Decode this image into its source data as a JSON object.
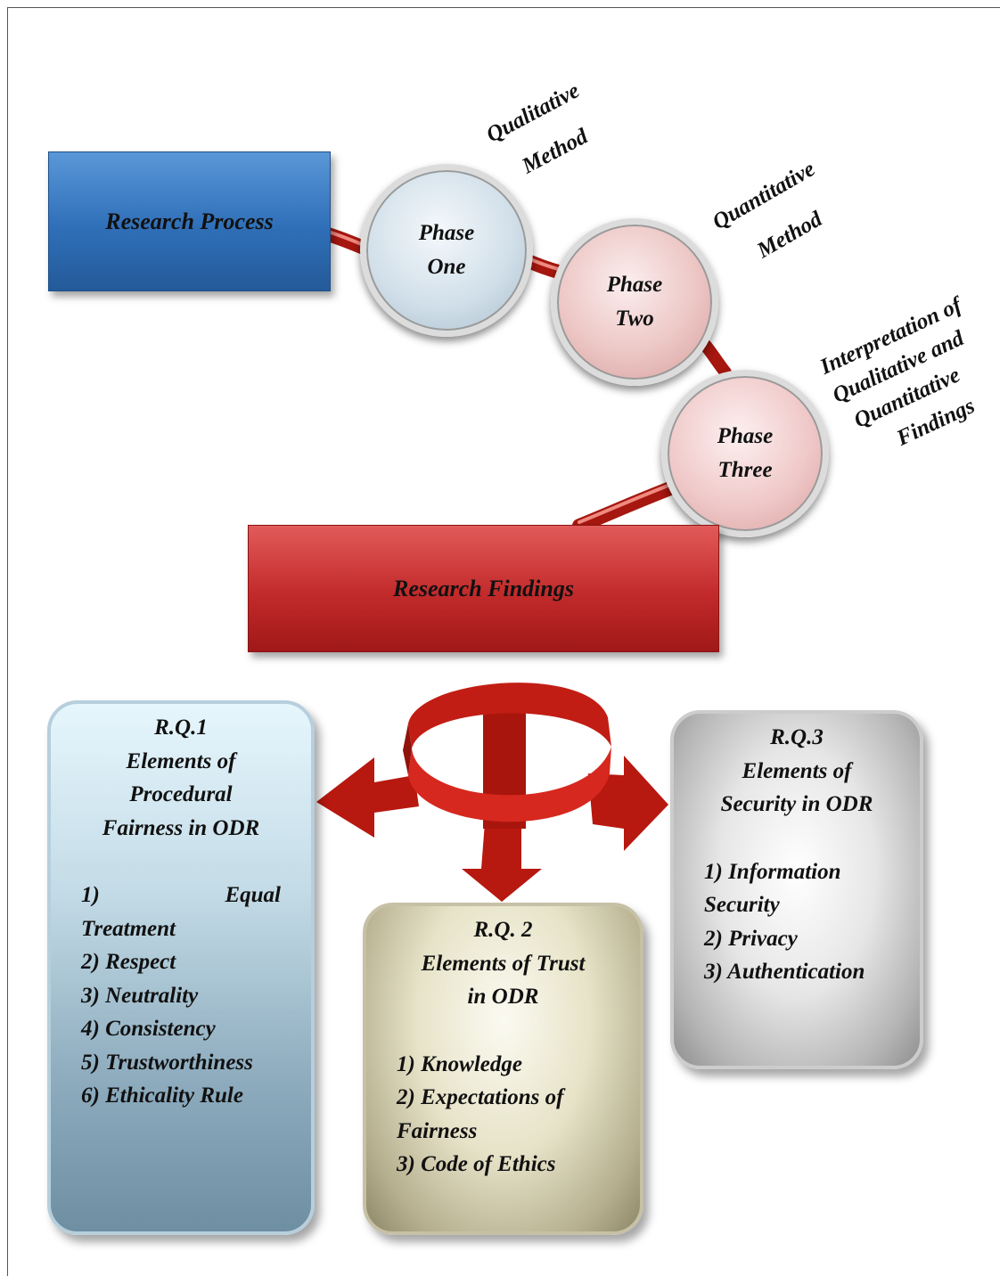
{
  "diagram": {
    "research_process": "Research Process",
    "research_findings": "Research Findings",
    "phases": [
      {
        "line1": "Phase",
        "line2": "One",
        "method_line1": "Qualitative",
        "method_line2": "Method"
      },
      {
        "line1": "Phase",
        "line2": "Two",
        "method_line1": "Quantitative",
        "method_line2": "Method"
      },
      {
        "line1": "Phase",
        "line2": "Three",
        "method_line1": "Interpretation of",
        "method_line2": "Qualitative and",
        "method_line3": "Quantitative",
        "method_line4": "Findings"
      }
    ],
    "rq1": {
      "title": "R.Q.1",
      "subtitle_lines": [
        "Elements of",
        "Procedural",
        "Fairness in ODR"
      ],
      "item1_a": "1)",
      "item1_b": "Equal",
      "item1_c": "Treatment",
      "items": [
        "2) Respect",
        "3) Neutrality",
        "4) Consistency",
        "5) Trustworthiness",
        "6) Ethicality Rule"
      ]
    },
    "rq2": {
      "title": "R.Q. 2",
      "subtitle_lines": [
        "Elements of Trust",
        "in ODR"
      ],
      "items": [
        "1) Knowledge",
        "2) Expectations of",
        "Fairness",
        "3) Code of Ethics"
      ]
    },
    "rq3": {
      "title": "R.Q.3",
      "subtitle_lines": [
        "Elements of",
        "Security in ODR"
      ],
      "items": [
        "1) Information",
        "Security",
        "2) Privacy",
        "3) Authentication"
      ]
    },
    "colors": {
      "process": "#2f6fb8",
      "findings": "#c22a2a",
      "connector": "#c8211a"
    }
  }
}
